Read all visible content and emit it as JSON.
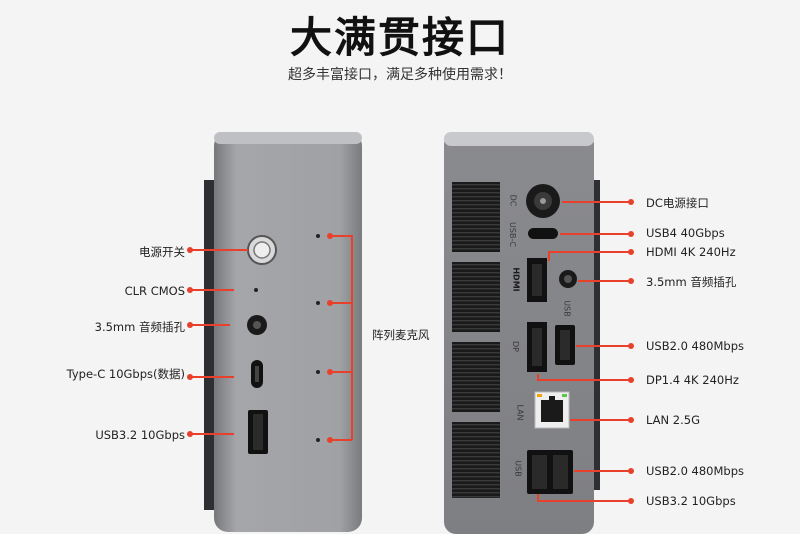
{
  "title": "大满贯接口",
  "subtitle": "超多丰富接口，满足多种使用需求！",
  "front_labels": {
    "power": "电源开关",
    "clr": "CLR CMOS",
    "audio": "3.5mm 音频插孔",
    "typec": "Type-C 10Gbps(数据)",
    "usb32": "USB3.2 10Gbps",
    "mic": "阵列麦克风"
  },
  "rear_labels": {
    "dc": "DC电源接口",
    "usb4": "USB4 40Gbps",
    "hdmi": "HDMI 4K 240Hz",
    "audio": "3.5mm 音频插孔",
    "usb20a": "USB2.0 480Mbps",
    "dp": "DP1.4 4K 240Hz",
    "lan": "LAN 2.5G",
    "usb20b": "USB2.0 480Mbps",
    "usb32": "USB3.2 10Gbps"
  },
  "device_print": {
    "dc": "DC",
    "usbc": "USB-C",
    "hdmi": "HDMI",
    "usb": "USB",
    "dp": "DP",
    "lan": "LAN",
    "usb2": "USB"
  },
  "colors": {
    "accent": "#e8402a",
    "chassis": "#8e8f93",
    "chassis_dark": "#5a5b5f",
    "port_black": "#151515"
  }
}
